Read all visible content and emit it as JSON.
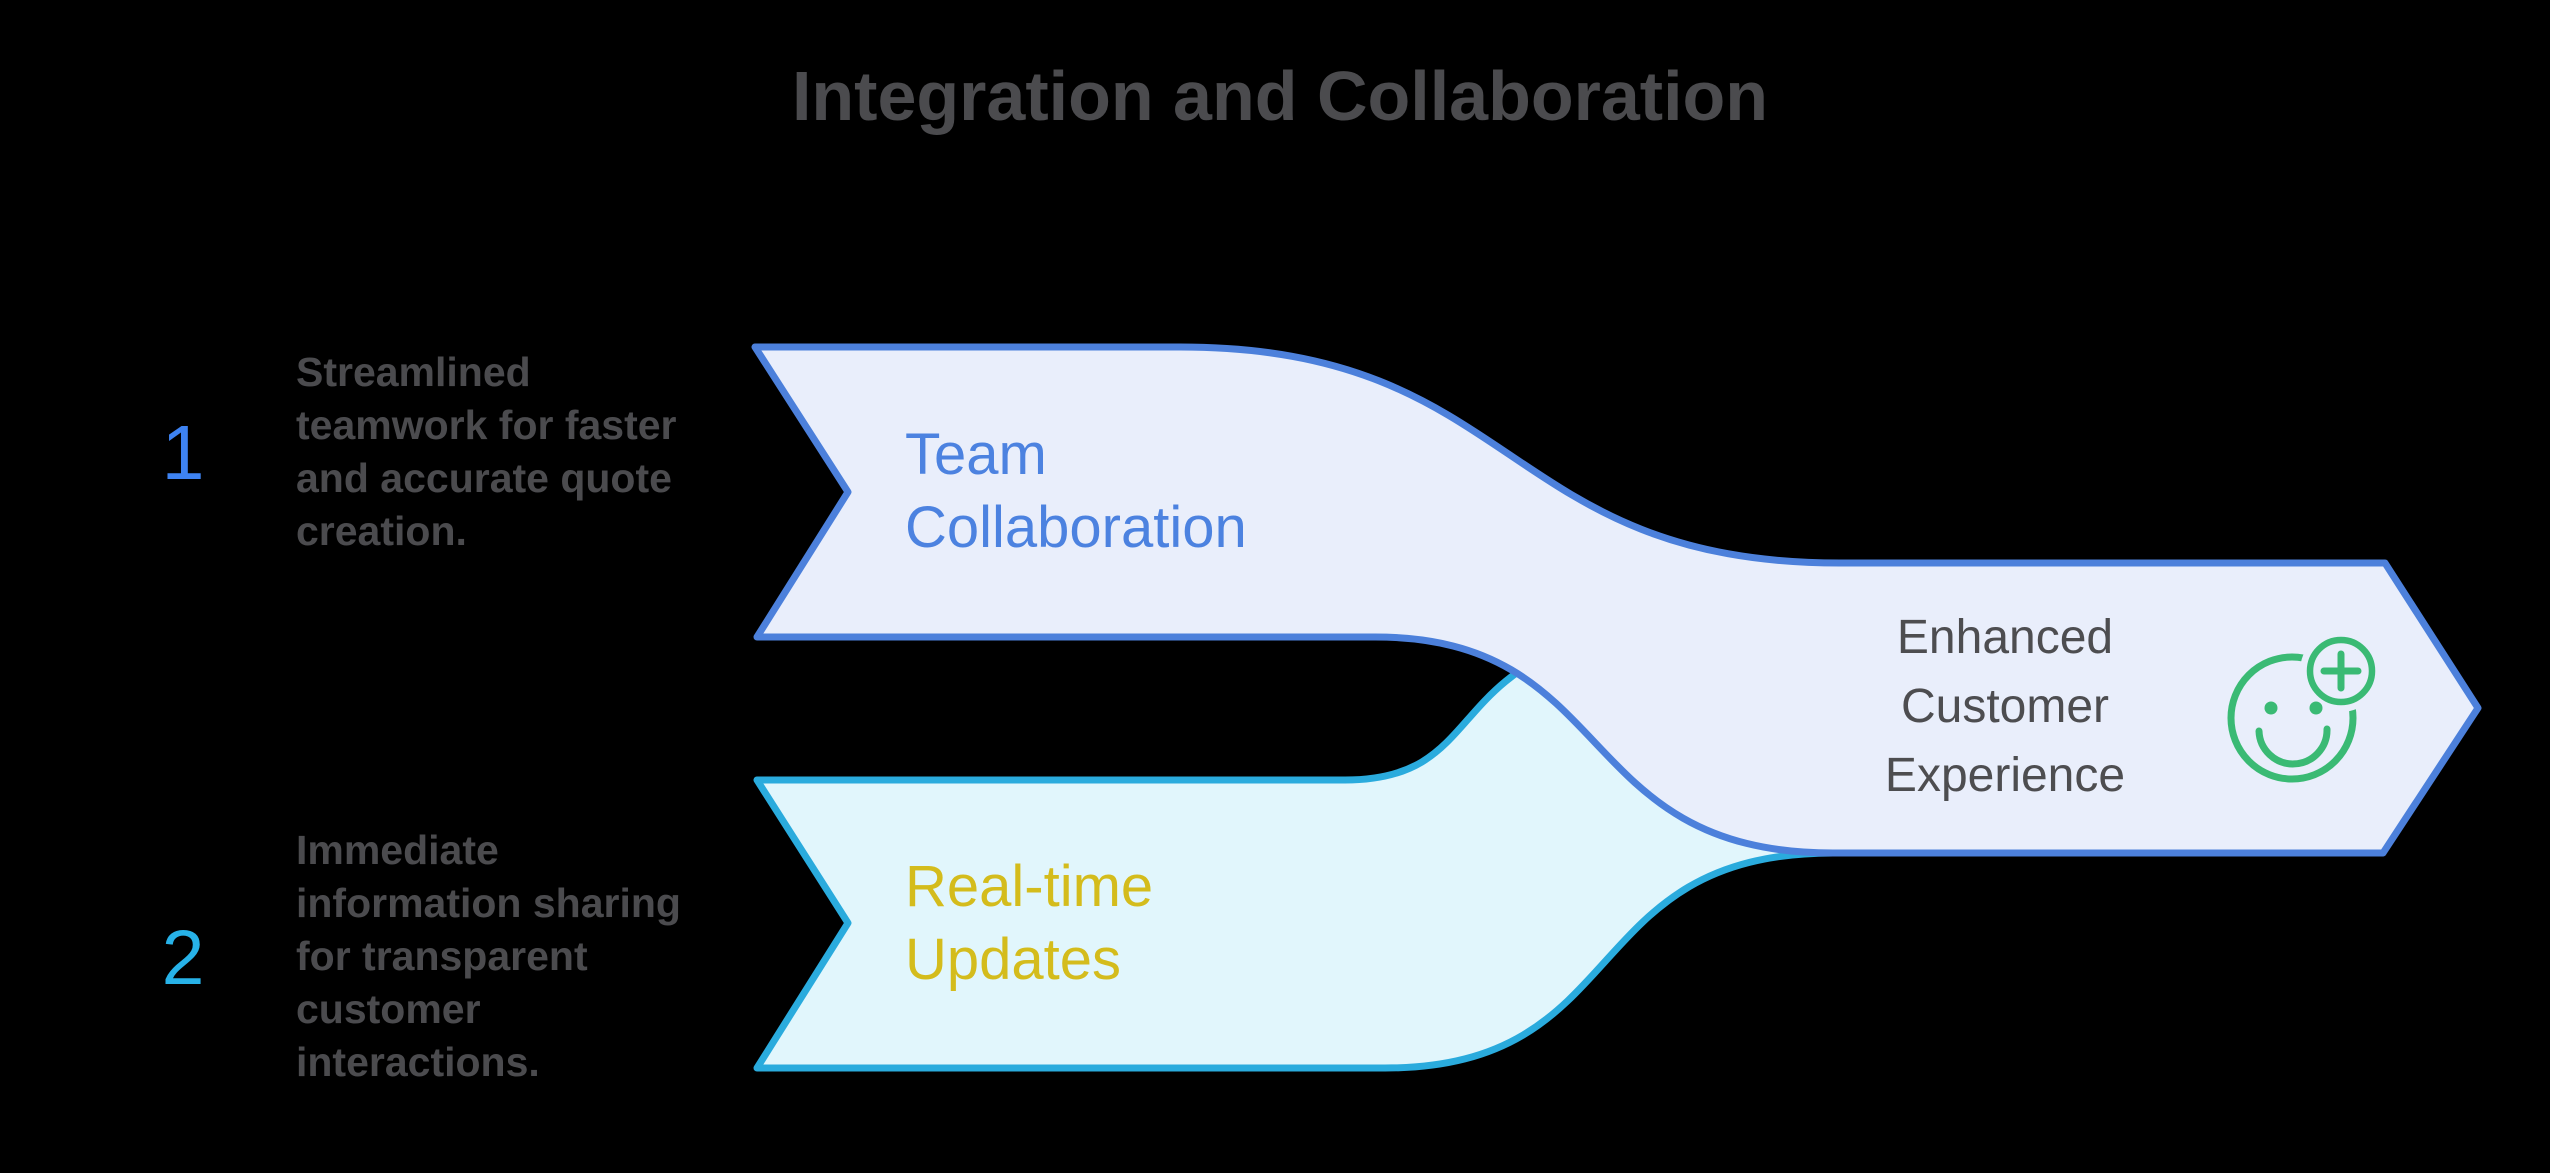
{
  "title": "Integration and Collaboration",
  "steps": [
    {
      "number": "1",
      "description_lines": [
        "Streamlined",
        "teamwork for faster",
        "and accurate quote",
        "creation."
      ],
      "label_lines": [
        "Team",
        "Collaboration"
      ]
    },
    {
      "number": "2",
      "description_lines": [
        "Immediate",
        "information sharing",
        "for transparent",
        "customer",
        "interactions."
      ],
      "label_lines": [
        "Real-time",
        "Updates"
      ]
    }
  ],
  "result": {
    "label_lines": [
      "Enhanced",
      "Customer",
      "Experience"
    ],
    "icon": "smiley-face-plus-icon"
  },
  "colors": {
    "background": "#000000",
    "title_gray": "#4b4b4e",
    "step1_accent": "#3e83f2",
    "step2_accent": "#27b2e8",
    "blue_ribbon_stroke": "#4c80db",
    "blue_ribbon_fill": "#e9eefb",
    "cyan_ribbon_stroke": "#2aabdd",
    "cyan_ribbon_fill": "#e1f6fc",
    "label1_blue": "#4c82e0",
    "label2_yellow": "#d4bc1c",
    "result_gray": "#4d4d50",
    "icon_green": "#3aba74"
  }
}
